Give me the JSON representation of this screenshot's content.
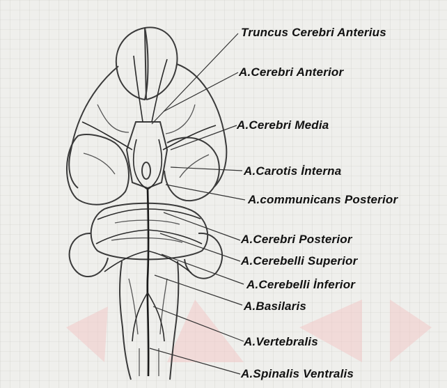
{
  "labels": {
    "truncus_cerebri_anterius": "Truncus Cerebri Anterius",
    "a_cerebri_anterior": "A.Cerebri Anterior",
    "a_cerebri_media": "A.Cerebri Media",
    "a_carotis_interna": "A.Carotis İnterna",
    "a_communicans_posterior": "A.communicans Posterior",
    "a_cerebri_posterior": "A.Cerebri Posterior",
    "a_cerebelli_superior": "A.Cerebelli Superior",
    "a_cerebelli_inferior": "A.Cerebelli İnferior",
    "a_basilaris": "A.Basilaris",
    "a_vertebralis": "A.Vertebralis",
    "a_spinalis_ventralis": "A.Spinalis Ventralis"
  },
  "colors": {
    "background": "#efefec",
    "grid": "#c9c9c4",
    "ink": "#3a3a3a",
    "watermark": "#f2c9c9"
  }
}
